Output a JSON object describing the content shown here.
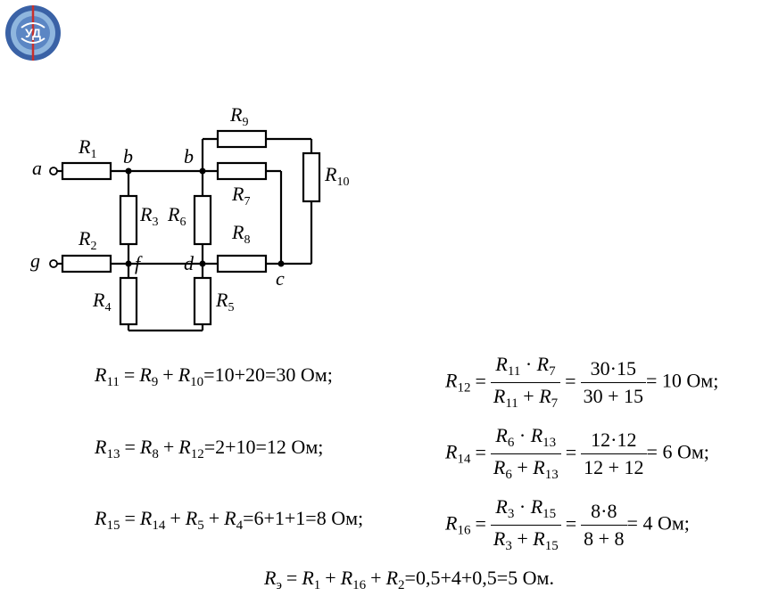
{
  "logo": {
    "letters": "УД",
    "colors": {
      "outer": "#3a62a6",
      "ring": "#8fb6de",
      "accent": "#c8302c"
    }
  },
  "circuit": {
    "resistors": [
      {
        "id": "R1",
        "letter": "R",
        "sub": "1"
      },
      {
        "id": "R2",
        "letter": "R",
        "sub": "2"
      },
      {
        "id": "R3",
        "letter": "R",
        "sub": "3"
      },
      {
        "id": "R4",
        "letter": "R",
        "sub": "4"
      },
      {
        "id": "R5",
        "letter": "R",
        "sub": "5"
      },
      {
        "id": "R6",
        "letter": "R",
        "sub": "6"
      },
      {
        "id": "R7",
        "letter": "R",
        "sub": "7"
      },
      {
        "id": "R8",
        "letter": "R",
        "sub": "8"
      },
      {
        "id": "R9",
        "letter": "R",
        "sub": "9"
      },
      {
        "id": "R10",
        "letter": "R",
        "sub": "10"
      }
    ],
    "nodes": [
      "a",
      "b",
      "b",
      "g",
      "f",
      "d",
      "c"
    ]
  },
  "equations": {
    "r11": {
      "lhs": "11",
      "t1": "9",
      "t2": "10",
      "calc": "=10+20=30 Ом;"
    },
    "r12": {
      "lhs": "12",
      "a": "11",
      "b": "7",
      "num": "30·15",
      "den": "30 + 15",
      "result": "= 10  Ом;"
    },
    "r13": {
      "lhs": "13",
      "t1": "8",
      "t2": "12",
      "calc": "=2+10=12 Ом;"
    },
    "r14": {
      "lhs": "14",
      "a": "6",
      "b": "13",
      "num": "12·12",
      "den": "12 + 12",
      "result": "= 6  Ом;"
    },
    "r15": {
      "lhs": "15",
      "t1": "14",
      "t2": "5",
      "t3": "4",
      "calc": "=6+1+1=8 Ом;"
    },
    "r16": {
      "lhs": "16",
      "a": "3",
      "b": "15",
      "num": "8·8",
      "den": "8 + 8",
      "result": "= 4  Ом;"
    },
    "re": {
      "lhs": "э",
      "t1": "1",
      "t2": "16",
      "t3": "2",
      "calc": "=0,5+4+0,5=5 Ом."
    }
  }
}
